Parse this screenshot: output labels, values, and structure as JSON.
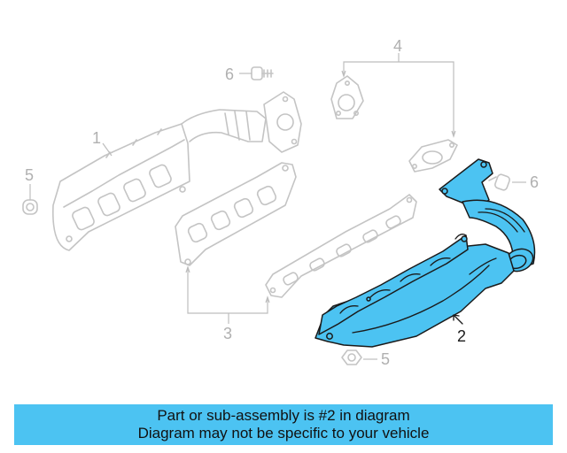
{
  "diagram": {
    "callouts": {
      "c1": "1",
      "c2": "2",
      "c3": "3",
      "c4": "4",
      "c5_left": "5",
      "c5_bottom": "5",
      "c6_top": "6",
      "c6_right": "6"
    },
    "highlight_color": "#4cc3f2",
    "highlighted_part": "2"
  },
  "banner": {
    "line1": "Part or sub-assembly is #2 in diagram",
    "line2": "Diagram may not be specific to your vehicle",
    "color": "#4cc3f2"
  }
}
